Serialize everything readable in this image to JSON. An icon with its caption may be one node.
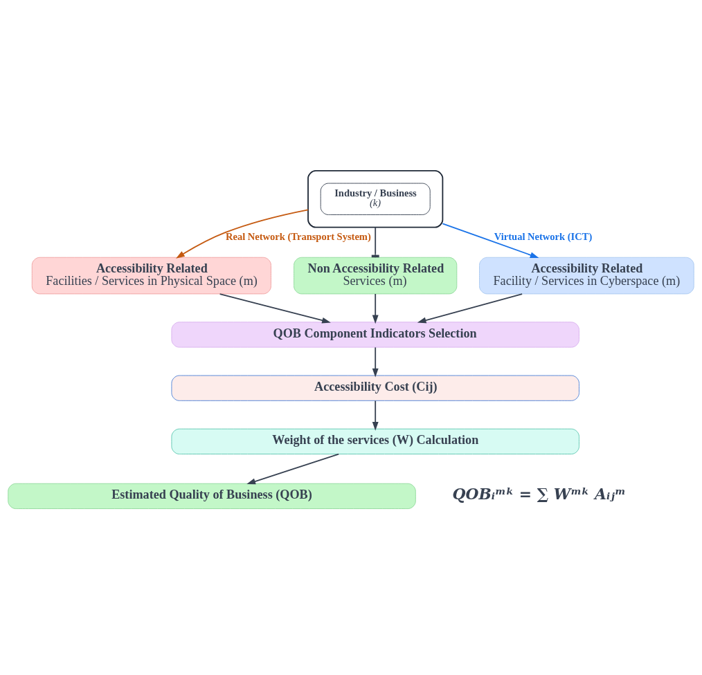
{
  "diagram": {
    "nodes": [
      {
        "text": [],
        "shape": "box"
      },
      {
        "text": [
          "Industry / Business",
          "(k)"
        ],
        "in": 0
      },
      {
        "text": [
          "Accessibility Related",
          "Facilities / Services in Physical Space (m)"
        ]
      },
      {
        "text": [
          "Non Accessibility Related",
          "Services (m)"
        ]
      },
      {
        "text": [
          "Accessibility Related",
          "Facility / Services in Cyberspace (m)"
        ]
      },
      {
        "text": [
          "QOB Component Indicators Selection"
        ]
      },
      {
        "text": [
          "Accessibility Cost (Cij)"
        ]
      },
      {
        "text": [
          "Weight of the services (W) Calculation"
        ]
      },
      {
        "text": [
          "Estimated Quality of Business (QOB)"
        ]
      }
    ],
    "edges": [
      {
        "from": 0,
        "to": 2,
        "arrow": "to",
        "label": "Real Network (Transport System)",
        "color": "#c55a11"
      },
      {
        "from": 0,
        "to": 3,
        "arrow": "other"
      },
      {
        "from": 0,
        "to": 4,
        "arrow": "to",
        "label": "Virtual Network (ICT)",
        "color": "#1a73e8"
      },
      {
        "from": 2,
        "to": 5,
        "arrow": "to"
      },
      {
        "from": 3,
        "to": 5,
        "arrow": "to"
      },
      {
        "from": 4,
        "to": 5,
        "arrow": "to"
      },
      {
        "from": 5,
        "to": 6,
        "arrow": "to"
      },
      {
        "from": 6,
        "to": 7,
        "arrow": "to"
      },
      {
        "from": 7,
        "to": 8,
        "arrow": "to"
      }
    ],
    "labels": [
      "QOBᵢᵐᵏ = ∑ Wᵐᵏ Aᵢⱼᵐ"
    ]
  }
}
